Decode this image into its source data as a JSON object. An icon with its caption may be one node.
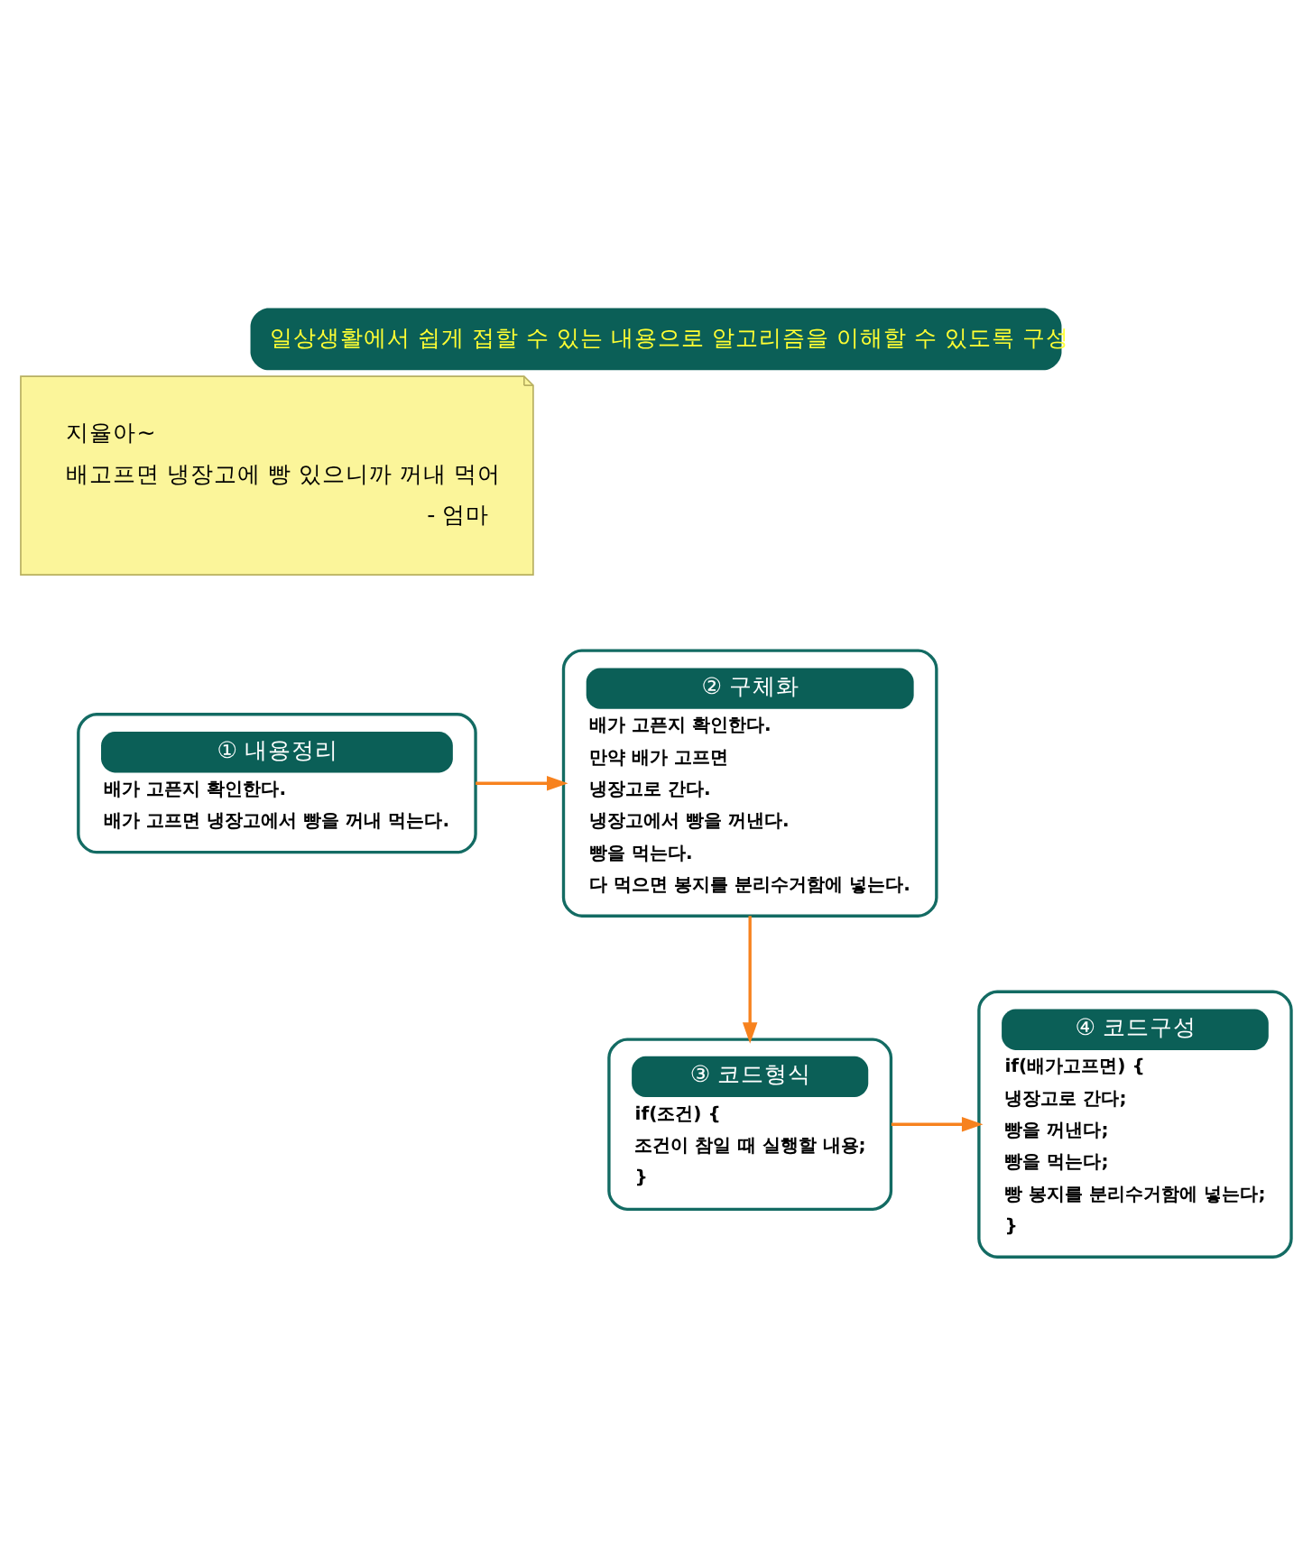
{
  "diagram": {
    "title": "일상생활에서 쉽게 접할 수 있는 내용으로 알고리즘을 이해할 수 있도록 구성",
    "nodes": [
      {
        "text": [
          "지율아~",
          "배고프면 냉장고에 빵 있으니까 꺼내 먹어",
          "- 엄마"
        ]
      },
      {
        "text": [
          "① 내용정리",
          "배가 고픈지 확인한다.",
          "배가 고프면 냉장고에서 빵을 꺼내 먹는다."
        ]
      },
      {
        "text": [
          "② 구체화",
          "배가 고픈지 확인한다.",
          "만약 배가 고프면",
          "냉장고로 간다.",
          "냉장고에서 빵을 꺼낸다.",
          "빵을 먹는다.",
          "다 먹으면 봉지를 분리수거함에 넣는다."
        ]
      },
      {
        "text": [
          "③ 코드형식",
          "if(조건) {",
          "조건이 참일 때 실행할 내용;",
          "}"
        ]
      },
      {
        "text": [
          "④ 코드구성",
          "if(배가고프면) {",
          "냉장고로 간다;",
          "빵을 꺼낸다;",
          "빵을 먹는다;",
          "빵 봉지를 분리수거함에 넣는다;",
          "}"
        ]
      }
    ],
    "edges": [
      {
        "from": 1,
        "to": 2,
        "arrow": "to"
      },
      {
        "from": 2,
        "to": 3,
        "arrow": "to"
      },
      {
        "from": 3,
        "to": 4,
        "arrow": "to"
      }
    ]
  }
}
